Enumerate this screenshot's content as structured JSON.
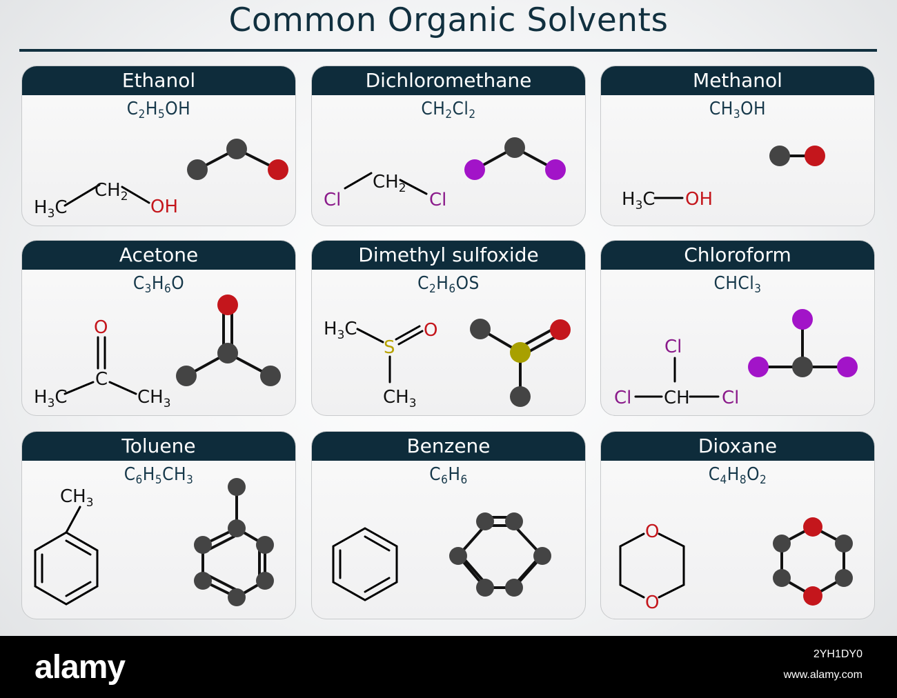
{
  "title": "Common Organic Solvents",
  "colors": {
    "header": "#0e2c3b",
    "carbon": "#444444",
    "oxygen": "#c4161c",
    "chlorine": "#a214c8",
    "sulfur": "#a8a000"
  },
  "molecules": [
    {
      "name": "Ethanol",
      "formula": [
        [
          "C",
          ""
        ],
        [
          "2",
          "sub"
        ],
        [
          "H",
          ""
        ],
        [
          "5",
          "sub"
        ],
        [
          "OH",
          ""
        ]
      ]
    },
    {
      "name": "Dichloromethane",
      "formula": [
        [
          "CH",
          ""
        ],
        [
          "2",
          "sub"
        ],
        [
          "Cl",
          ""
        ],
        [
          "2",
          "sub"
        ]
      ]
    },
    {
      "name": "Methanol",
      "formula": [
        [
          "CH",
          ""
        ],
        [
          "3",
          "sub"
        ],
        [
          "OH",
          ""
        ]
      ]
    },
    {
      "name": "Acetone",
      "formula": [
        [
          "C",
          ""
        ],
        [
          "3",
          "sub"
        ],
        [
          "H",
          ""
        ],
        [
          "6",
          "sub"
        ],
        [
          "O",
          ""
        ]
      ]
    },
    {
      "name": "Dimethyl sulfoxide",
      "formula": [
        [
          "C",
          ""
        ],
        [
          "2",
          "sub"
        ],
        [
          "H",
          ""
        ],
        [
          "6",
          "sub"
        ],
        [
          "OS",
          ""
        ]
      ]
    },
    {
      "name": "Chloroform",
      "formula": [
        [
          "CHCl",
          ""
        ],
        [
          "3",
          "sub"
        ]
      ]
    },
    {
      "name": "Toluene",
      "formula": [
        [
          "C",
          ""
        ],
        [
          "6",
          "sub"
        ],
        [
          "H",
          ""
        ],
        [
          "5",
          "sub"
        ],
        [
          "CH",
          ""
        ],
        [
          "3",
          "sub"
        ]
      ]
    },
    {
      "name": "Benzene",
      "formula": [
        [
          "C",
          ""
        ],
        [
          "6",
          "sub"
        ],
        [
          "H",
          ""
        ],
        [
          "6",
          "sub"
        ]
      ]
    },
    {
      "name": "Dioxane",
      "formula": [
        [
          "C",
          ""
        ],
        [
          "4",
          "sub"
        ],
        [
          "H",
          ""
        ],
        [
          "8",
          "sub"
        ],
        [
          "O",
          ""
        ],
        [
          "2",
          "sub"
        ]
      ]
    }
  ],
  "labels": {
    "ethanol": {
      "h3c": "H",
      "h3c_sub": "3",
      "h3c_c": "C",
      "ch2": "CH",
      "ch2_sub": "2",
      "oh": "OH"
    },
    "dcm": {
      "cl": "Cl",
      "ch2": "CH",
      "ch2_sub": "2"
    },
    "methanol": {
      "h3c": "H",
      "h3c_sub": "3",
      "h3c_c": "C",
      "oh": "OH"
    },
    "acetone": {
      "o": "O",
      "c": "C",
      "h3c": "H",
      "h3c_sub": "3",
      "h3c_c": "C",
      "ch3": "CH",
      "ch3_sub": "3"
    },
    "dmso": {
      "h3c": "H",
      "h3c_sub": "3",
      "h3c_c": "C",
      "s": "S",
      "o": "O",
      "ch3": "CH",
      "ch3_sub": "3"
    },
    "chloroform": {
      "cl": "Cl",
      "ch": "CH"
    },
    "toluene": {
      "ch3": "CH",
      "ch3_sub": "3"
    },
    "dioxane": {
      "o": "O"
    }
  },
  "watermark": {
    "logo": "alamy",
    "image_id": "2YH1DY0",
    "url": "www.alamy.com"
  }
}
